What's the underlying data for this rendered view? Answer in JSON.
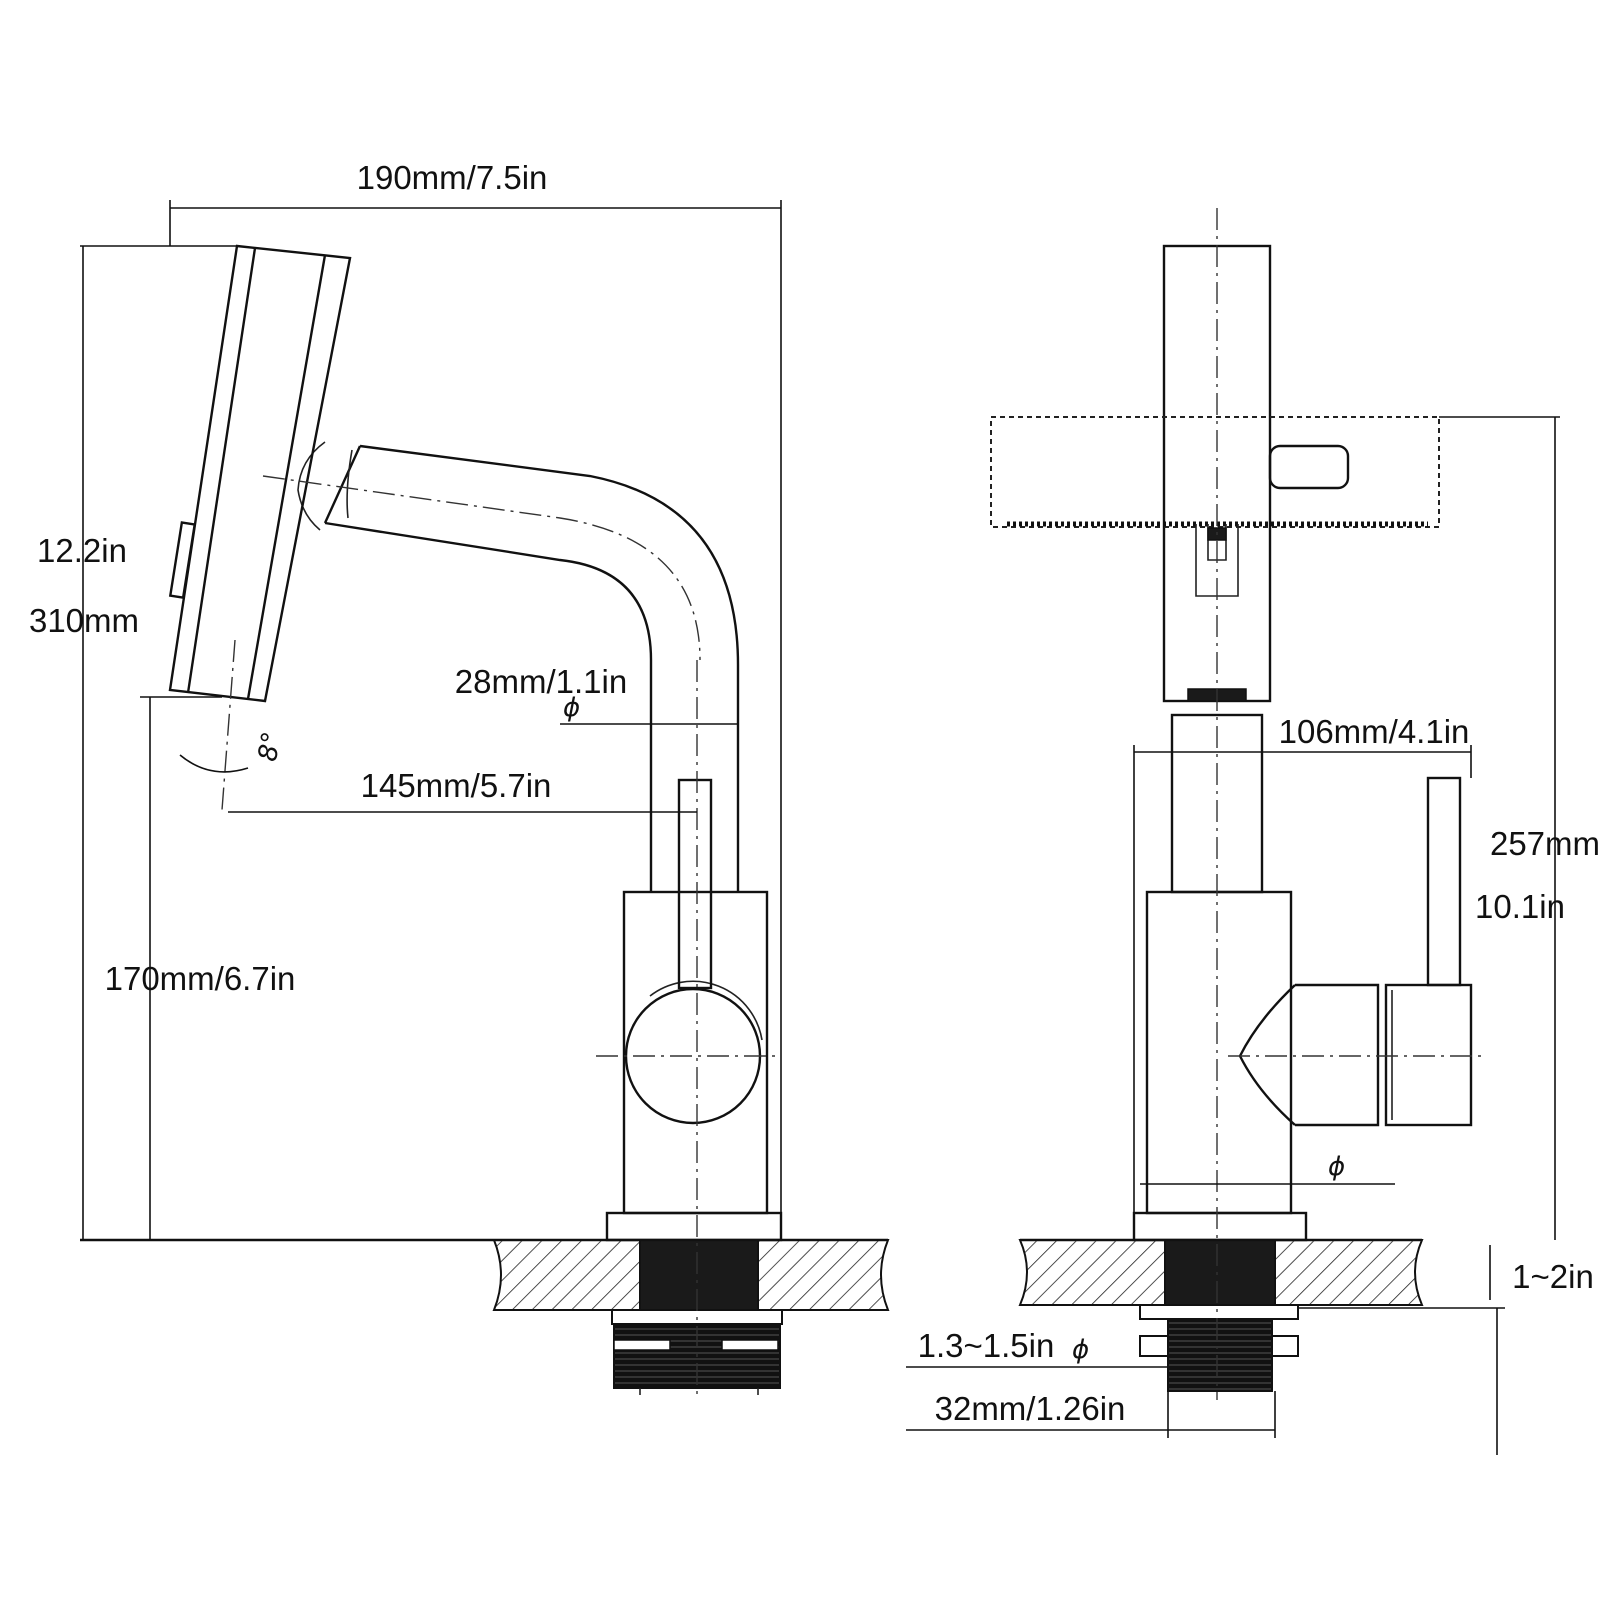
{
  "side_view": {
    "width_label": "190mm/7.5in",
    "height_in_label": "12.2in",
    "height_mm_label": "310mm",
    "spout_diameter_label": "28mm/1.1in",
    "angle_label": "8°",
    "reach_label": "145mm/5.7in",
    "outlet_height_label": "170mm/6.7in"
  },
  "front_view": {
    "handle_width_label": "106mm/4.1in",
    "body_height_mm_label": "257mm",
    "body_height_in_label": "10.1in",
    "deck_thickness_label": "1~2in",
    "hole_diameter_label": "1.3~1.5in",
    "shank_diameter_label": "32mm/1.26in"
  },
  "symbols": {
    "diameter": "ϕ"
  },
  "colors": {
    "line": "#111111",
    "background": "#ffffff"
  }
}
